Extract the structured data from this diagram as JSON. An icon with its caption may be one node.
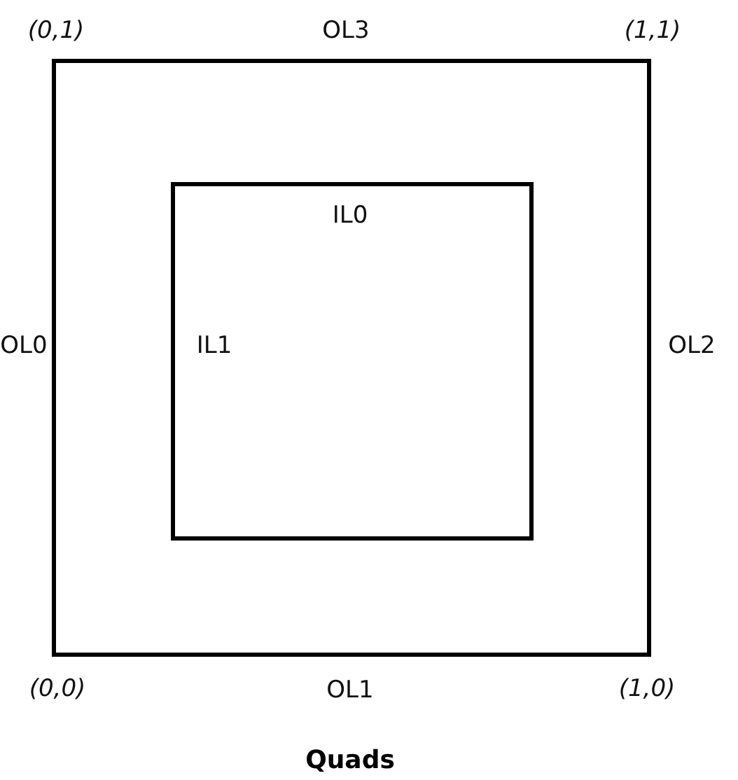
{
  "diagram": {
    "caption": "Quads",
    "nodes": [
      {
        "text": [],
        "shape": "box"
      },
      {
        "text": [],
        "shape": "box",
        "in": 0
      }
    ],
    "edges": [],
    "labels": [
      "(0,1)",
      "OL3",
      "(1,1)",
      "IL0",
      "OL0",
      "IL1",
      "OL2",
      "(0,0)",
      "OL1",
      "(1,0)"
    ]
  }
}
